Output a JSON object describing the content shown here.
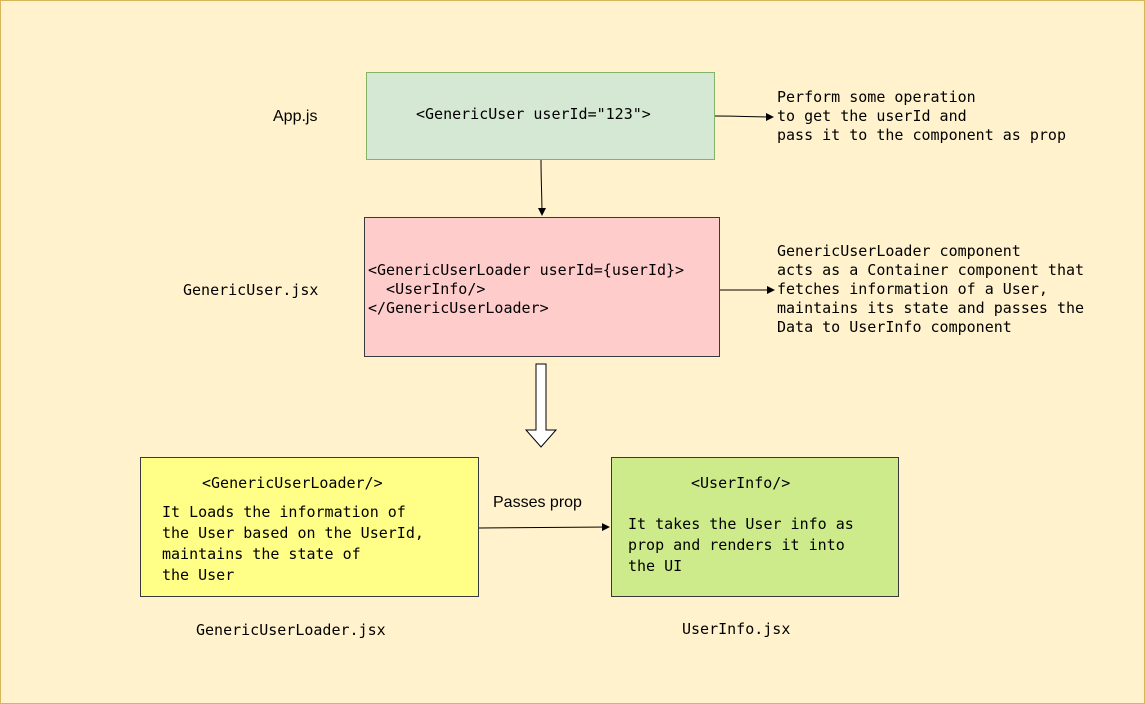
{
  "labels": {
    "app_file": "App.js",
    "generic_user_file": "GenericUser.jsx",
    "loader_file": "GenericUserLoader.jsx",
    "userinfo_file": "UserInfo.jsx"
  },
  "boxes": {
    "app": {
      "lines": [
        "<GenericUser userId=\"123\">"
      ]
    },
    "generic_user": {
      "lines": [
        "<GenericUserLoader userId={userId}>",
        "  <UserInfo/>",
        "</GenericUserLoader>"
      ]
    },
    "loader": {
      "title": "<GenericUserLoader/>",
      "lines": [
        "It Loads the information of",
        "the User based on the UserId,",
        "maintains the state of",
        "the User"
      ]
    },
    "userinfo": {
      "title": "<UserInfo/>",
      "lines": [
        "It takes the User info as",
        "prop and renders it into",
        "the UI"
      ]
    }
  },
  "notes": {
    "app_note": [
      "Perform some operation",
      "to get the userId and",
      "pass it to the component as prop"
    ],
    "generic_note": [
      "GenericUserLoader component",
      "acts as a Container component that",
      "fetches information of a User,",
      "maintains its state and passes the",
      "Data to UserInfo component"
    ]
  },
  "edge_labels": {
    "passes_prop": "Passes prop"
  }
}
